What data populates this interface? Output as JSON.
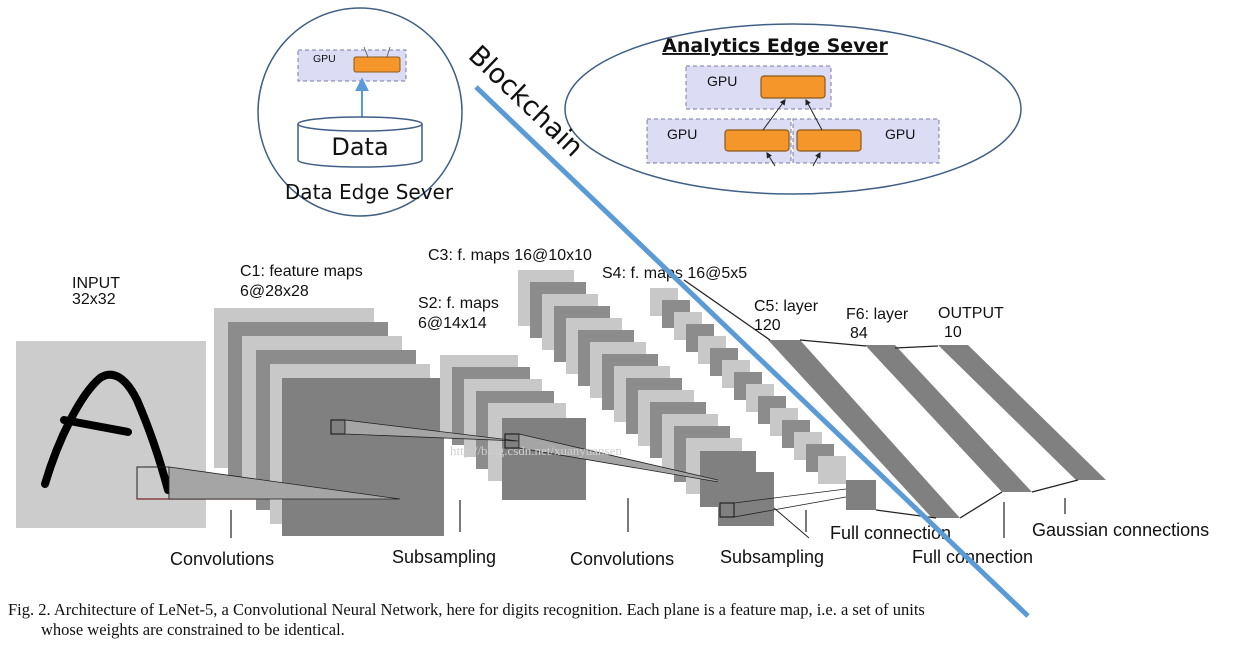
{
  "data_server": {
    "title": "Data Edge Sever",
    "db_label": "Data",
    "gpu_label": "GPU"
  },
  "analytics_server": {
    "title": "Analytics Edge Sever",
    "gpu_top": "GPU",
    "gpu_left": "GPU",
    "gpu_right": "GPU"
  },
  "blockchain_label": "Blockchain",
  "lenet": {
    "input": {
      "line1": "INPUT",
      "line2": "32x32"
    },
    "c1": {
      "line1": "C1: feature maps",
      "line2": "6@28x28"
    },
    "s2": {
      "line1": "S2: f. maps",
      "line2": "6@14x14"
    },
    "c3": {
      "line1": "C3: f. maps 16@10x10"
    },
    "s4": {
      "line1": "S4: f. maps 16@5x5"
    },
    "c5": {
      "line1": "C5: layer",
      "line2": "120"
    },
    "f6": {
      "line1": "F6: layer",
      "line2": "84"
    },
    "output": {
      "line1": "OUTPUT",
      "line2": "10"
    },
    "ops": {
      "convolutions_1": "Convolutions",
      "subsampling_1": "Subsampling",
      "convolutions_2": "Convolutions",
      "subsampling_2": "Subsampling",
      "full_connection_1": "Full connection",
      "full_connection_2": "Full connection",
      "gaussian": "Gaussian connections"
    },
    "watermark": "http://blog.csdn.net/xuanyuansen"
  },
  "caption": {
    "line1": "Fig. 2.  Architecture of LeNet-5, a Convolutional Neural Network, here for digits recognition. Each plane is a feature map, i.e. a set of units",
    "line2": "whose weights are constrained to be identical."
  },
  "colors": {
    "gpu_box_fill": "#dcdcf5",
    "gpu_chip_fill": "#f5962a",
    "blockchain_line": "#5b9bd5",
    "map_light": "#c8c8c8",
    "map_dark": "#808080"
  }
}
